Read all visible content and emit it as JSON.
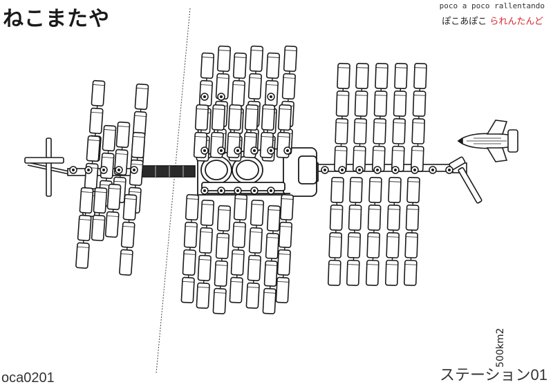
{
  "header": {
    "logo_text": "ねこまたや",
    "brand_en": "poco a poco rallentando",
    "brand_jp_a": "ぽこあぽこ ",
    "brand_jp_b": "られんたんど"
  },
  "footer": {
    "code": "oca0201",
    "title": "ステーション01",
    "scale": "500km2"
  },
  "colors": {
    "stroke": "#1a1a1a",
    "panel_fill": "#ffffff",
    "truss_fill": "#333333",
    "accent_red": "#d8242f"
  }
}
